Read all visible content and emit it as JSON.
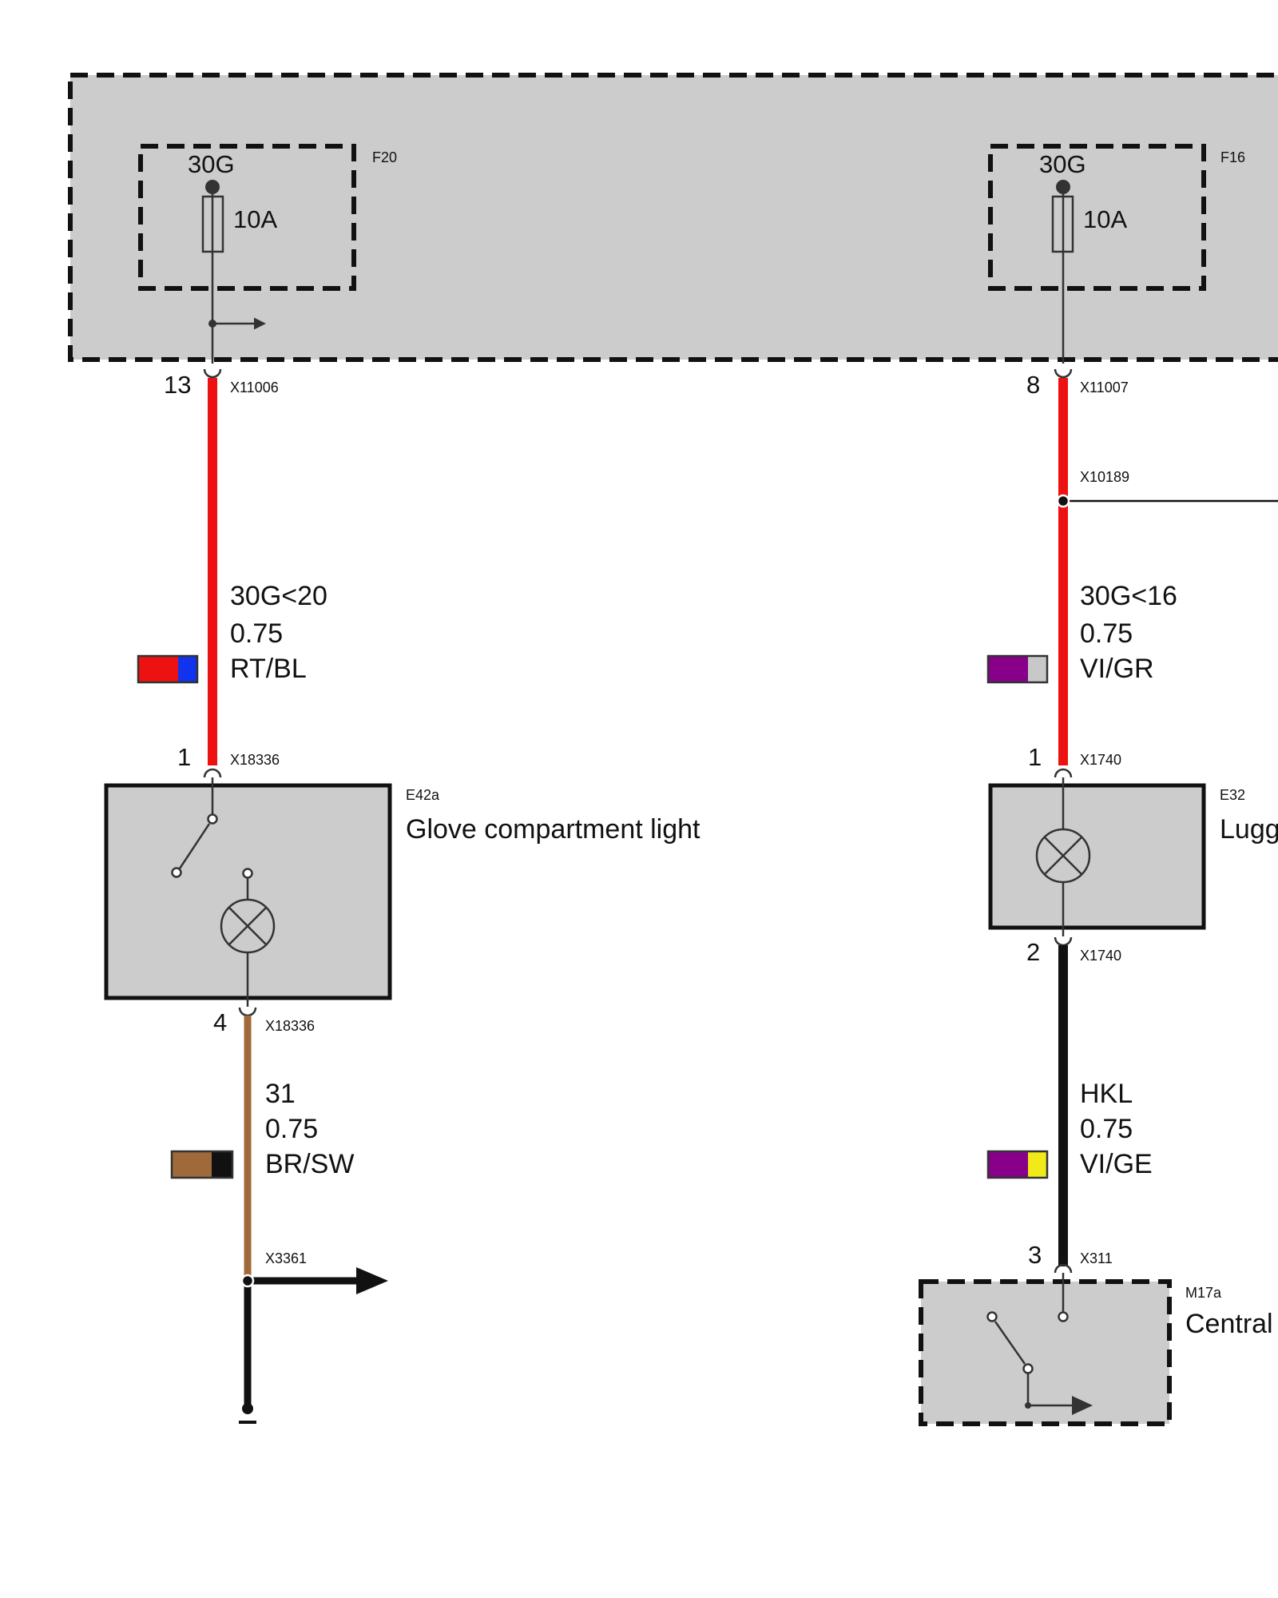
{
  "colors": {
    "module_fill": "#cccccc",
    "wire_red": "#ee1111",
    "wire_brown": "#a0693a",
    "wire_black": "#111111"
  },
  "top_module": {
    "left_fuse": {
      "terminal": "30G",
      "rating": "10A",
      "id": "F20"
    },
    "right_fuse": {
      "terminal": "30G",
      "rating": "10A",
      "id": "F16"
    }
  },
  "left_circuit": {
    "top_pin": "13",
    "top_connector": "X11006",
    "wire_top": {
      "signal": "30G<20",
      "size": "0.75",
      "color_code": "RT/BL",
      "swatch": [
        "#ee1111",
        "#1133ee"
      ]
    },
    "component_pin_in": "1",
    "component_connector_in": "X18336",
    "component": {
      "id": "E42a",
      "name": "Glove compartment light"
    },
    "component_pin_out": "4",
    "component_connector_out": "X18336",
    "wire_bottom": {
      "signal": "31",
      "size": "0.75",
      "color_code": "BR/SW",
      "swatch": [
        "#a0693a",
        "#111111"
      ]
    },
    "splice": "X3361"
  },
  "right_circuit": {
    "top_pin": "8",
    "top_connector": "X11007",
    "splice": "X10189",
    "wire_top": {
      "signal": "30G<16",
      "size": "0.75",
      "color_code": "VI/GR",
      "swatch": [
        "#88008a",
        "#c8c8c8"
      ]
    },
    "component_pin_in": "1",
    "component_connector_in": "X1740",
    "component": {
      "id": "E32",
      "name": "Lugg"
    },
    "component_pin_out": "2",
    "component_connector_out": "X1740",
    "wire_bottom": {
      "signal": "HKL",
      "size": "0.75",
      "color_code": "VI/GE",
      "swatch": [
        "#88008a",
        "#f2ea18"
      ]
    },
    "lower_pin": "3",
    "lower_connector": "X311",
    "lower_component": {
      "id": "M17a",
      "name": "Central"
    }
  }
}
